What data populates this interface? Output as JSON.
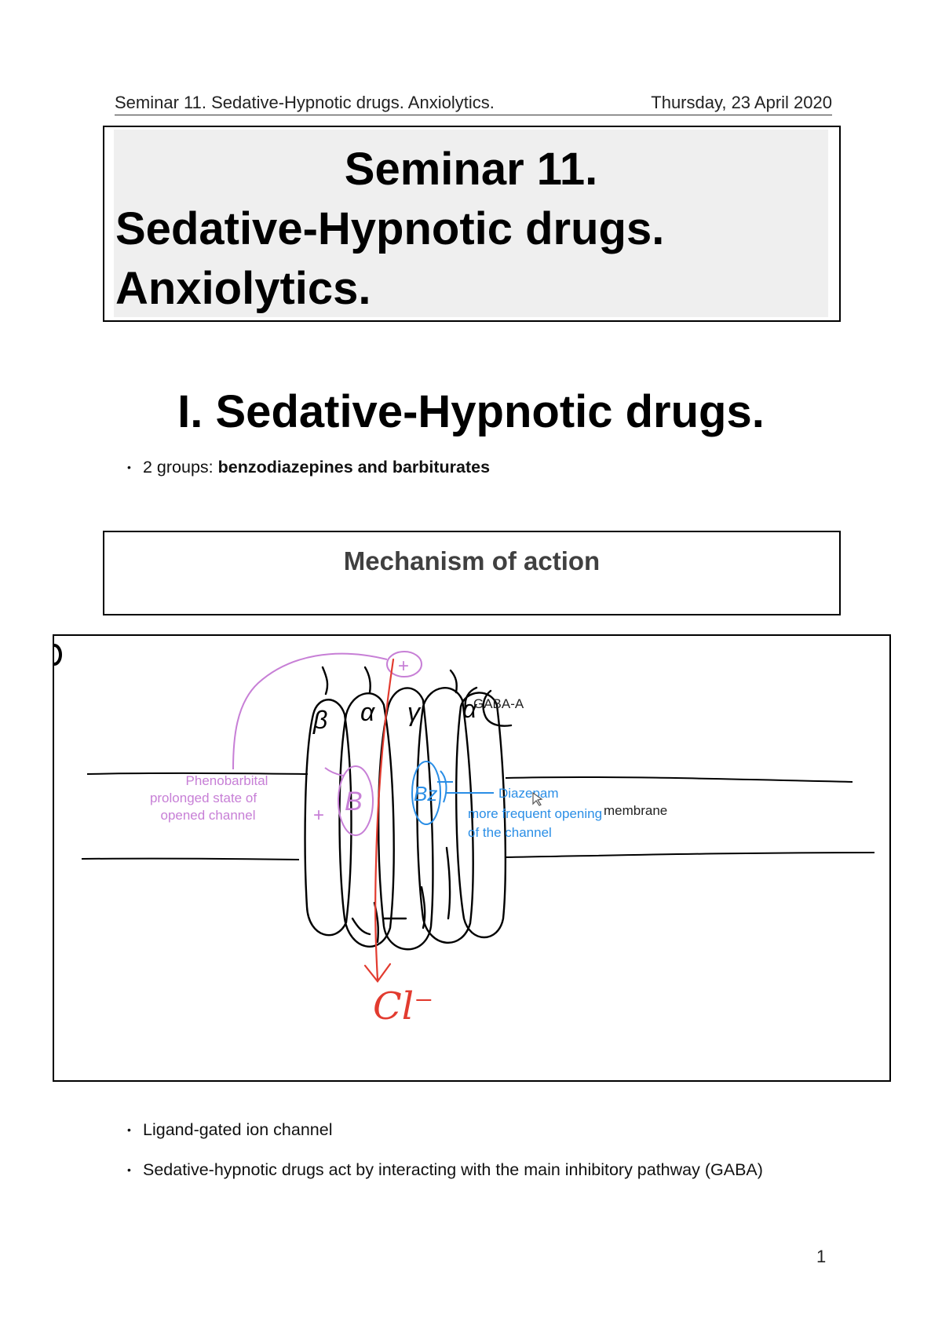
{
  "header": {
    "left": "Seminar 11. Sedative-Hypnotic drugs. Anxiolytics.",
    "right": "Thursday, 23 April 2020"
  },
  "title_box": {
    "line1": "Seminar 11.",
    "line2": "Sedative-Hypnotic drugs.",
    "line3": "Anxiolytics."
  },
  "section": {
    "heading": "I.  Sedative-Hypnotic drugs.",
    "groups_prefix": "2 groups: ",
    "groups_bold": "benzodiazepines and barbiturates"
  },
  "mechanism": {
    "title": "Mechanism of action"
  },
  "diagram": {
    "receptor_label": "GABA-A",
    "membrane_label": "membrane",
    "phenobarbital_lines": [
      "Phenobarbital",
      "prolonged state of",
      "opened channel"
    ],
    "diazepam_label": "Diazepam",
    "diazepam_effect_lines": [
      "more frequent opening",
      "of the channel"
    ],
    "subunits": [
      "β",
      "α",
      "γ",
      "α"
    ],
    "barb_site": "B",
    "bz_site": "Bz",
    "gaba_site": "+",
    "ion": "Cl⁻",
    "colors": {
      "purple": "#c77fd6",
      "blue": "#2a8ee6",
      "red": "#e23b2f",
      "black": "#000000"
    }
  },
  "bullets": [
    "Ligand-gated ion channel",
    "Sedative-hypnotic drugs act by interacting with the main inhibitory pathway (GABA)"
  ],
  "page_number": "1"
}
